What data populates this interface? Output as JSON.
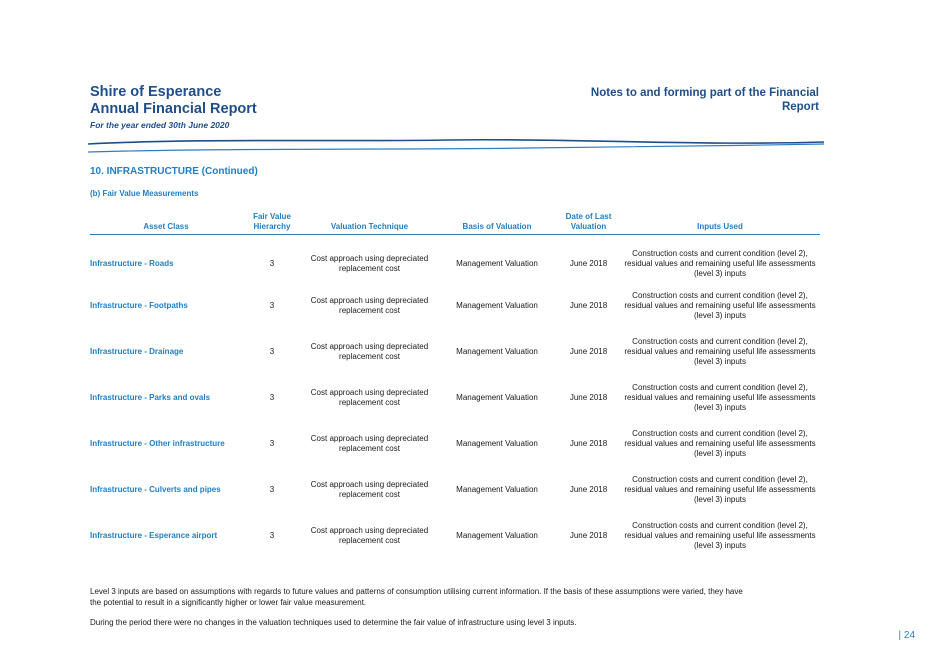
{
  "header": {
    "org_name": "Shire of Esperance",
    "report_title": "Annual Financial Report",
    "period": "For the year ended 30th June 2020",
    "notes_title": "Notes to and forming part of the Financial Report"
  },
  "section": {
    "title": "10. INFRASTRUCTURE (Continued)",
    "subtitle": "(b) Fair Value Measurements"
  },
  "table": {
    "columns": [
      "Asset Class",
      "Fair Value Hierarchy",
      "Valuation Technique",
      "Basis of Valuation",
      "Date of Last Valuation",
      "Inputs Used"
    ],
    "rows": [
      {
        "asset": "Infrastructure - Roads",
        "hierarchy": "3",
        "technique": "Cost approach using depreciated replacement cost",
        "basis": "Management Valuation",
        "date": "June 2018",
        "inputs": "Construction costs and current condition (level 2), residual values and remaining useful life assessments (level 3) inputs"
      },
      {
        "asset": "Infrastructure - Footpaths",
        "hierarchy": "3",
        "technique": "Cost approach using depreciated replacement cost",
        "basis": "Management Valuation",
        "date": "June 2018",
        "inputs": "Construction costs and current condition (level 2), residual values and remaining useful life assessments (level 3) inputs"
      },
      {
        "asset": "Infrastructure - Drainage",
        "hierarchy": "3",
        "technique": "Cost approach using depreciated replacement cost",
        "basis": "Management Valuation",
        "date": "June 2018",
        "inputs": "Construction costs and current condition (level 2), residual values and remaining useful life assessments (level 3) inputs"
      },
      {
        "asset": "Infrastructure - Parks and ovals",
        "hierarchy": "3",
        "technique": "Cost approach using depreciated replacement cost",
        "basis": "Management Valuation",
        "date": "June 2018",
        "inputs": "Construction costs and current condition (level 2), residual values and remaining useful life assessments (level 3) inputs"
      },
      {
        "asset": "Infrastructure - Other infrastructure",
        "hierarchy": "3",
        "technique": "Cost approach using depreciated replacement cost",
        "basis": "Management Valuation",
        "date": "June 2018",
        "inputs": "Construction costs and current condition (level 2), residual values and remaining useful life assessments (level 3) inputs"
      },
      {
        "asset": "Infrastructure - Culverts and pipes",
        "hierarchy": "3",
        "technique": "Cost approach using depreciated replacement cost",
        "basis": "Management Valuation",
        "date": "June 2018",
        "inputs": "Construction costs and current condition (level 2), residual values and remaining useful life assessments (level 3) inputs"
      },
      {
        "asset": "Infrastructure - Esperance airport",
        "hierarchy": "3",
        "technique": "Cost approach using depreciated replacement cost",
        "basis": "Management Valuation",
        "date": "June 2018",
        "inputs": "Construction costs and current condition (level 2), residual values and remaining useful life assessments (level 3) inputs"
      }
    ]
  },
  "notes": {
    "level3": "Level 3 inputs are based on assumptions with regards to future values and patterns of consumption utilising current information. If the basis of these assumptions were varied, they have the potential to result in a significantly higher or lower fair value measurement.",
    "no_changes": "During the period there were no changes in the valuation techniques used to determine the fair value of infrastructure using level 3 inputs."
  },
  "page_number": "| 24",
  "colors": {
    "brand_navy": "#1f4e8c",
    "accent_blue": "#1f7fc4"
  }
}
